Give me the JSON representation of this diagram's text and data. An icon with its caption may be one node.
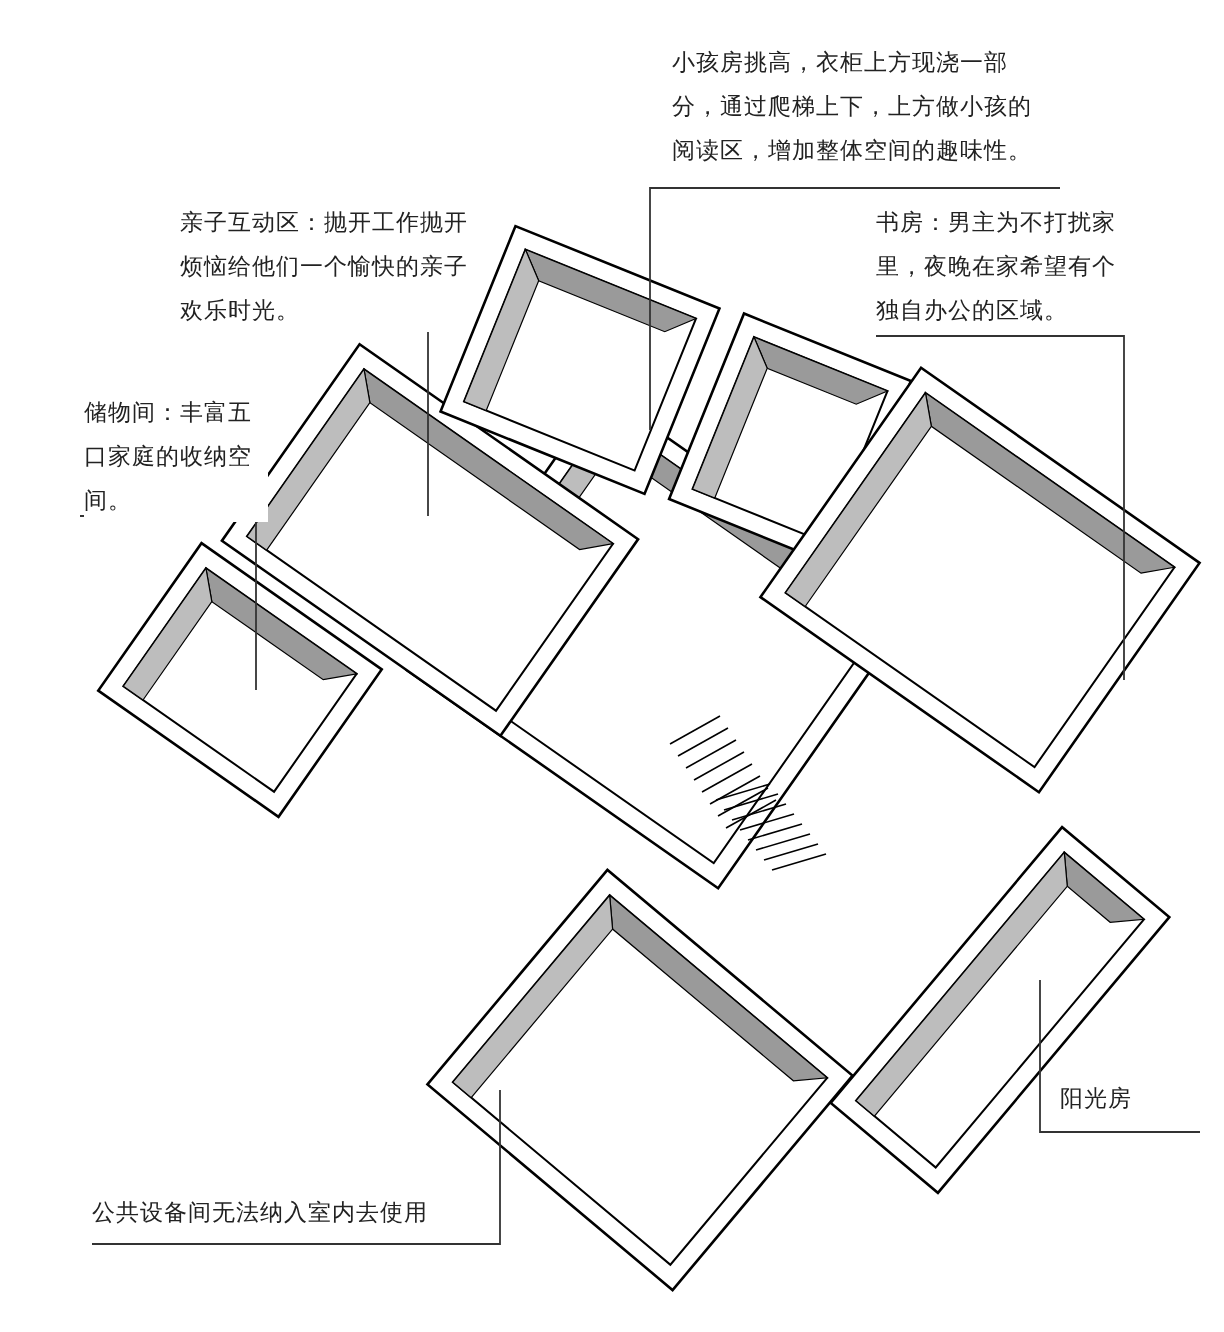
{
  "diagram": {
    "nodes": [
      {
        "text": [
          "小孩房挑高，衣柜上方现浇一部分，通过爬梯上下，上方做小孩的阅读区，增加整体空间的趣味性。"
        ]
      },
      {
        "text": [
          "亲子互动区：抛开工作抛开烦恼给他们一个愉快的亲子欢乐时光。"
        ]
      },
      {
        "text": [
          "书房：男主为不打扰家里，夜晚在家希望有个独自办公的区域。"
        ]
      },
      {
        "text": [
          "储物间：丰富五口家庭的收纳空间。"
        ]
      },
      {
        "text": [
          "阳光房"
        ]
      },
      {
        "text": [
          "公共设备间无法纳入室内去使用"
        ]
      }
    ],
    "edges": [
      {
        "from": 0,
        "to": null,
        "arrow": "none"
      },
      {
        "from": 1,
        "to": null,
        "arrow": "none"
      },
      {
        "from": 2,
        "to": null,
        "arrow": "none"
      },
      {
        "from": 3,
        "to": null,
        "arrow": "none"
      },
      {
        "from": 4,
        "to": null,
        "arrow": "none"
      },
      {
        "from": 5,
        "to": null,
        "arrow": "none"
      }
    ]
  }
}
